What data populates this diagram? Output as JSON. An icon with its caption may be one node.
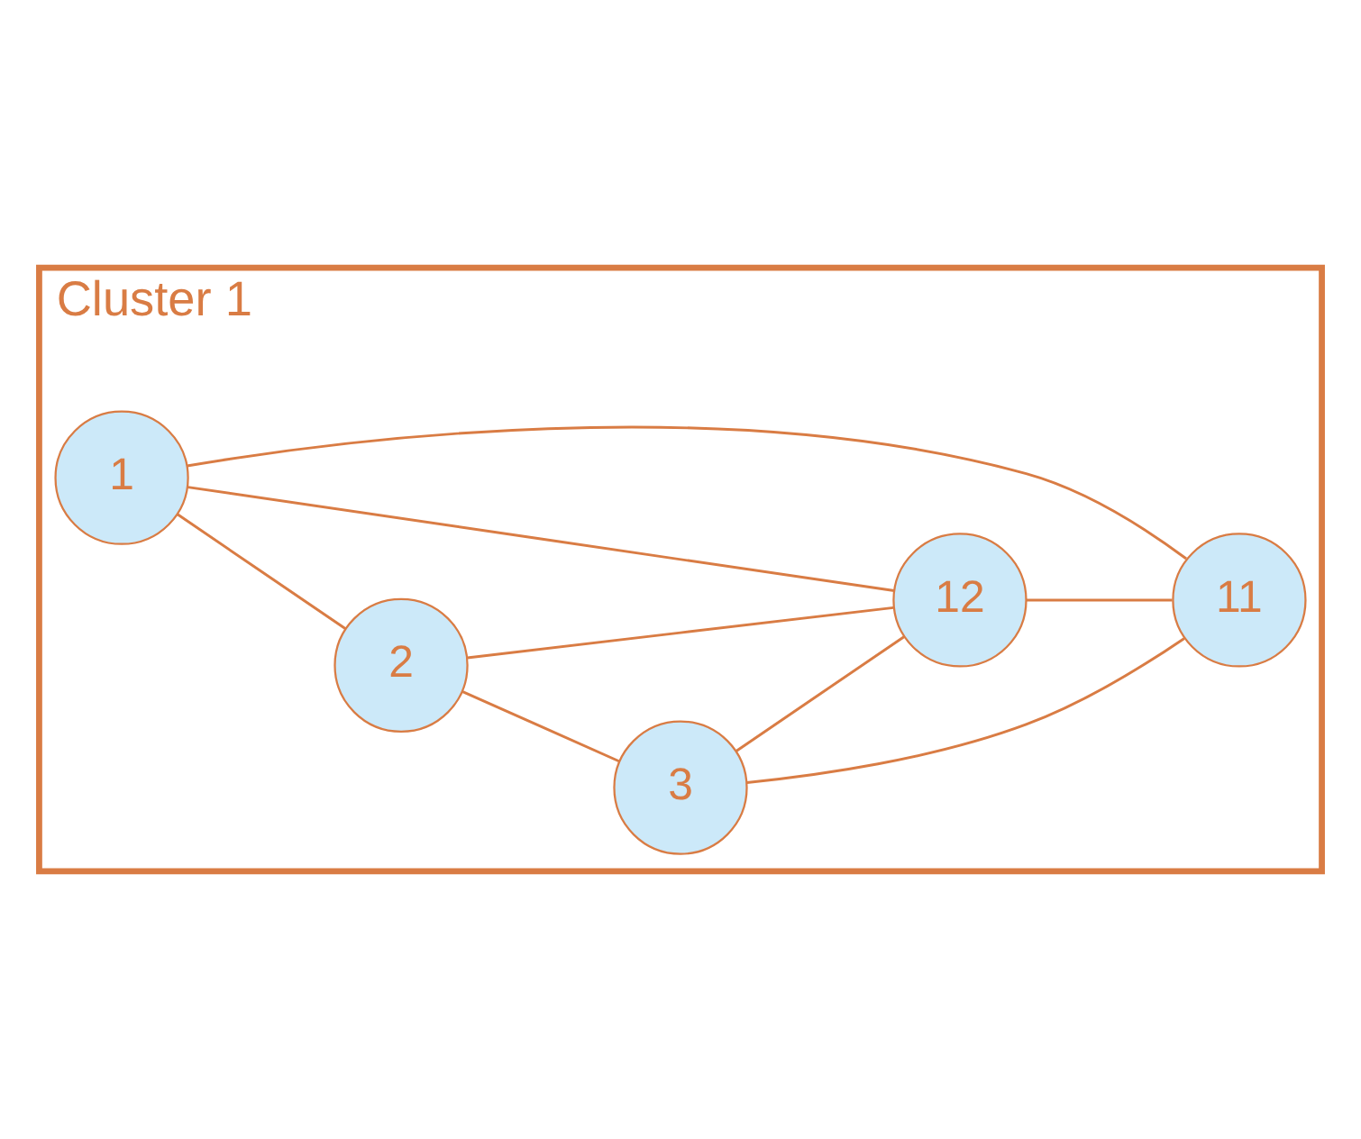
{
  "diagram": {
    "nodes": [
      {
        "text": [
          "Cluster 1"
        ]
      },
      {
        "text": [
          "2"
        ],
        "in": 0
      },
      {
        "text": [
          "3"
        ],
        "in": 0
      },
      {
        "text": [
          "1"
        ],
        "in": 0
      },
      {
        "text": [
          "12"
        ],
        "in": 0
      },
      {
        "text": [
          "11"
        ],
        "in": 0
      }
    ],
    "edges": [
      {
        "from": 3,
        "to": 1,
        "arrow": "none"
      },
      {
        "from": 1,
        "to": 2,
        "arrow": "none"
      },
      {
        "from": 3,
        "to": 4,
        "arrow": "none"
      },
      {
        "from": 1,
        "to": 4,
        "arrow": "none"
      },
      {
        "from": 2,
        "to": 4,
        "arrow": "none"
      },
      {
        "from": 3,
        "to": 5,
        "arrow": "none"
      },
      {
        "from": 2,
        "to": 5,
        "arrow": "none"
      },
      {
        "from": 4,
        "to": 5,
        "arrow": "none"
      }
    ]
  }
}
